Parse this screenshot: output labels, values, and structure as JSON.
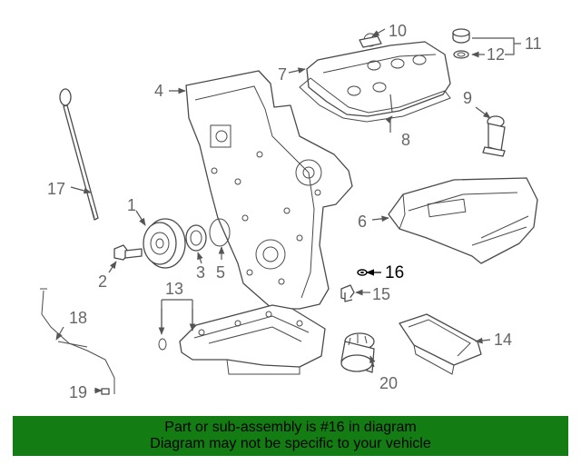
{
  "callouts": {
    "c1": "1",
    "c2": "2",
    "c3": "3",
    "c4": "4",
    "c5": "5",
    "c6": "6",
    "c7": "7",
    "c8": "8",
    "c9": "9",
    "c10": "10",
    "c11": "11",
    "c12": "12",
    "c13": "13",
    "c14": "14",
    "c15": "15",
    "c16": "16",
    "c17": "17",
    "c18": "18",
    "c19": "19",
    "c20": "20"
  },
  "highlighted_part": "16",
  "banner": {
    "line1": "Part or sub-assembly is #16 in diagram",
    "line2": "Diagram may not be specific to your vehicle",
    "color": "#137d13"
  }
}
